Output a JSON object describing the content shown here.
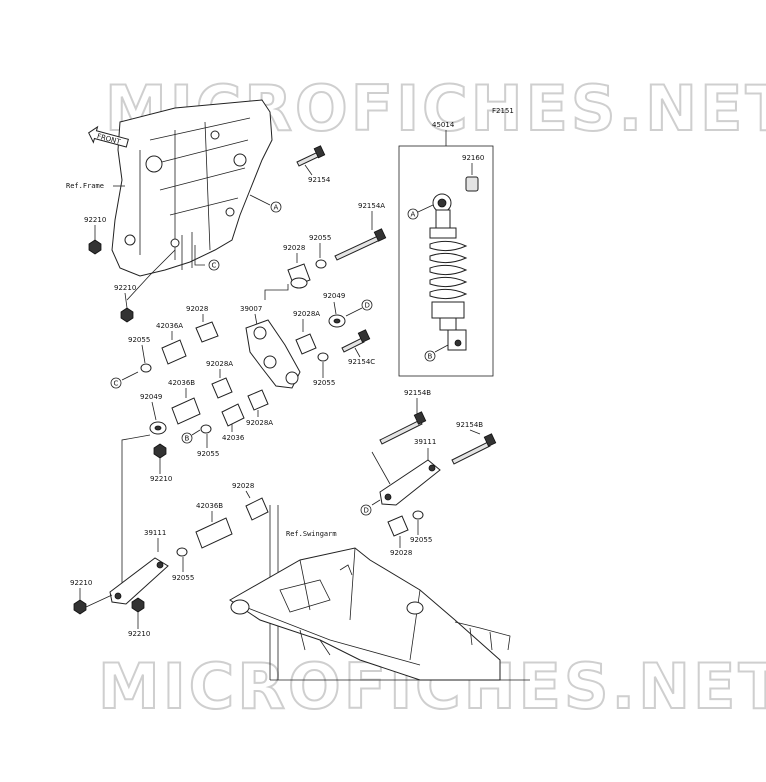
{
  "watermark_text": "MICROFICHES.NET",
  "figure_code": "F2151",
  "ref_frame": "Ref.Frame",
  "ref_swingarm": "Ref.Swingarm",
  "front_label": "FRONT",
  "refs": {
    "a": "A",
    "b": "B",
    "c": "C",
    "d": "D"
  },
  "parts": {
    "p45014": "45014",
    "p92160": "92160",
    "p92154": "92154",
    "p92154a": "92154A",
    "p92154b": "92154B",
    "p92154c": "92154C",
    "p92210": "92210",
    "p92028": "92028",
    "p92028a": "92028A",
    "p92055": "92055",
    "p92049": "92049",
    "p39007": "39007",
    "p39111": "39111",
    "p42036": "42036",
    "p42036a": "42036A",
    "p42036b": "42036B"
  }
}
